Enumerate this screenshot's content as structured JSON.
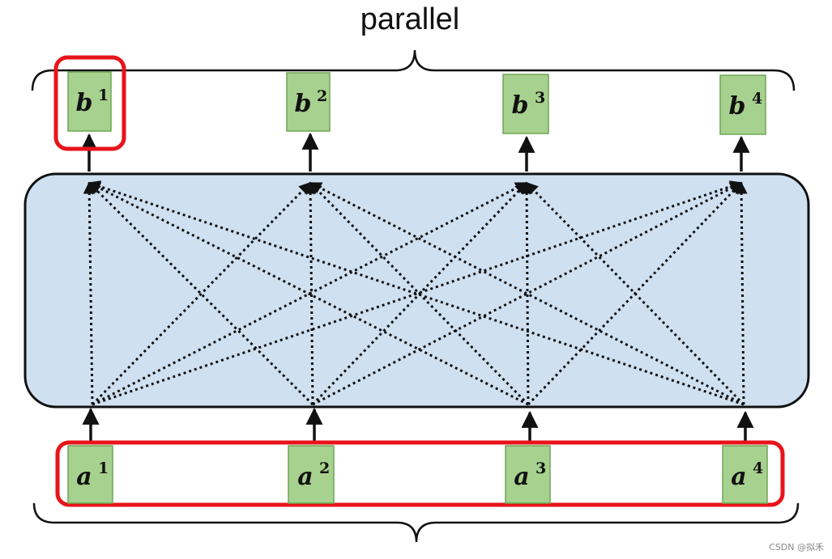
{
  "title": "parallel",
  "watermark": "CSDN @拟禾",
  "outputs": [
    {
      "letter": "b",
      "sup": "1",
      "highlighted": true
    },
    {
      "letter": "b",
      "sup": "2",
      "highlighted": false
    },
    {
      "letter": "b",
      "sup": "3",
      "highlighted": false
    },
    {
      "letter": "b",
      "sup": "4",
      "highlighted": false
    }
  ],
  "inputs": [
    {
      "letter": "a",
      "sup": "1"
    },
    {
      "letter": "a",
      "sup": "2"
    },
    {
      "letter": "a",
      "sup": "3"
    },
    {
      "letter": "a",
      "sup": "4"
    }
  ],
  "colors": {
    "node_fill": "#a7d18e",
    "node_stroke": "#6ea655",
    "block_fill": "#cfe0f0",
    "highlight": "#e8141b",
    "line": "#111111"
  }
}
